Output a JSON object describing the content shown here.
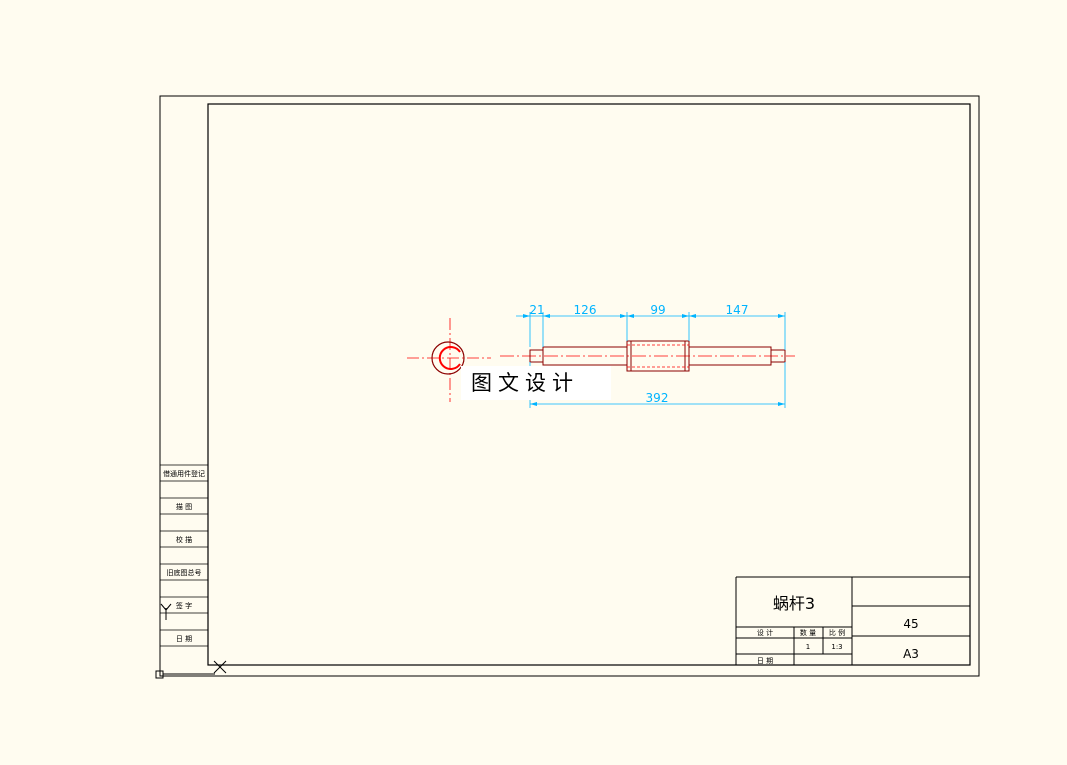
{
  "drawing": {
    "part_name": "蜗杆3",
    "material": "45",
    "sheet_size": "A3",
    "watermark": "图文设计"
  },
  "side_table": {
    "rows": [
      "借通用件登记",
      "描 图",
      "校 描",
      "旧底图总号",
      "签 字",
      "日 期"
    ]
  },
  "title_block": {
    "design_label": "设 计",
    "date_label": "日 期",
    "quantity_label": "数 量",
    "scale_label": "比 例",
    "quantity_value": "1",
    "scale_value": "1:3"
  },
  "dimensions": {
    "d1": "21",
    "d2": "126",
    "d3": "99",
    "d4": "147",
    "total": "392"
  },
  "colors": {
    "background": "#fffcf0",
    "outline": "#000000",
    "dimension": "#00b4ff",
    "centerline": "#ff0000",
    "part": "#8b0000"
  }
}
